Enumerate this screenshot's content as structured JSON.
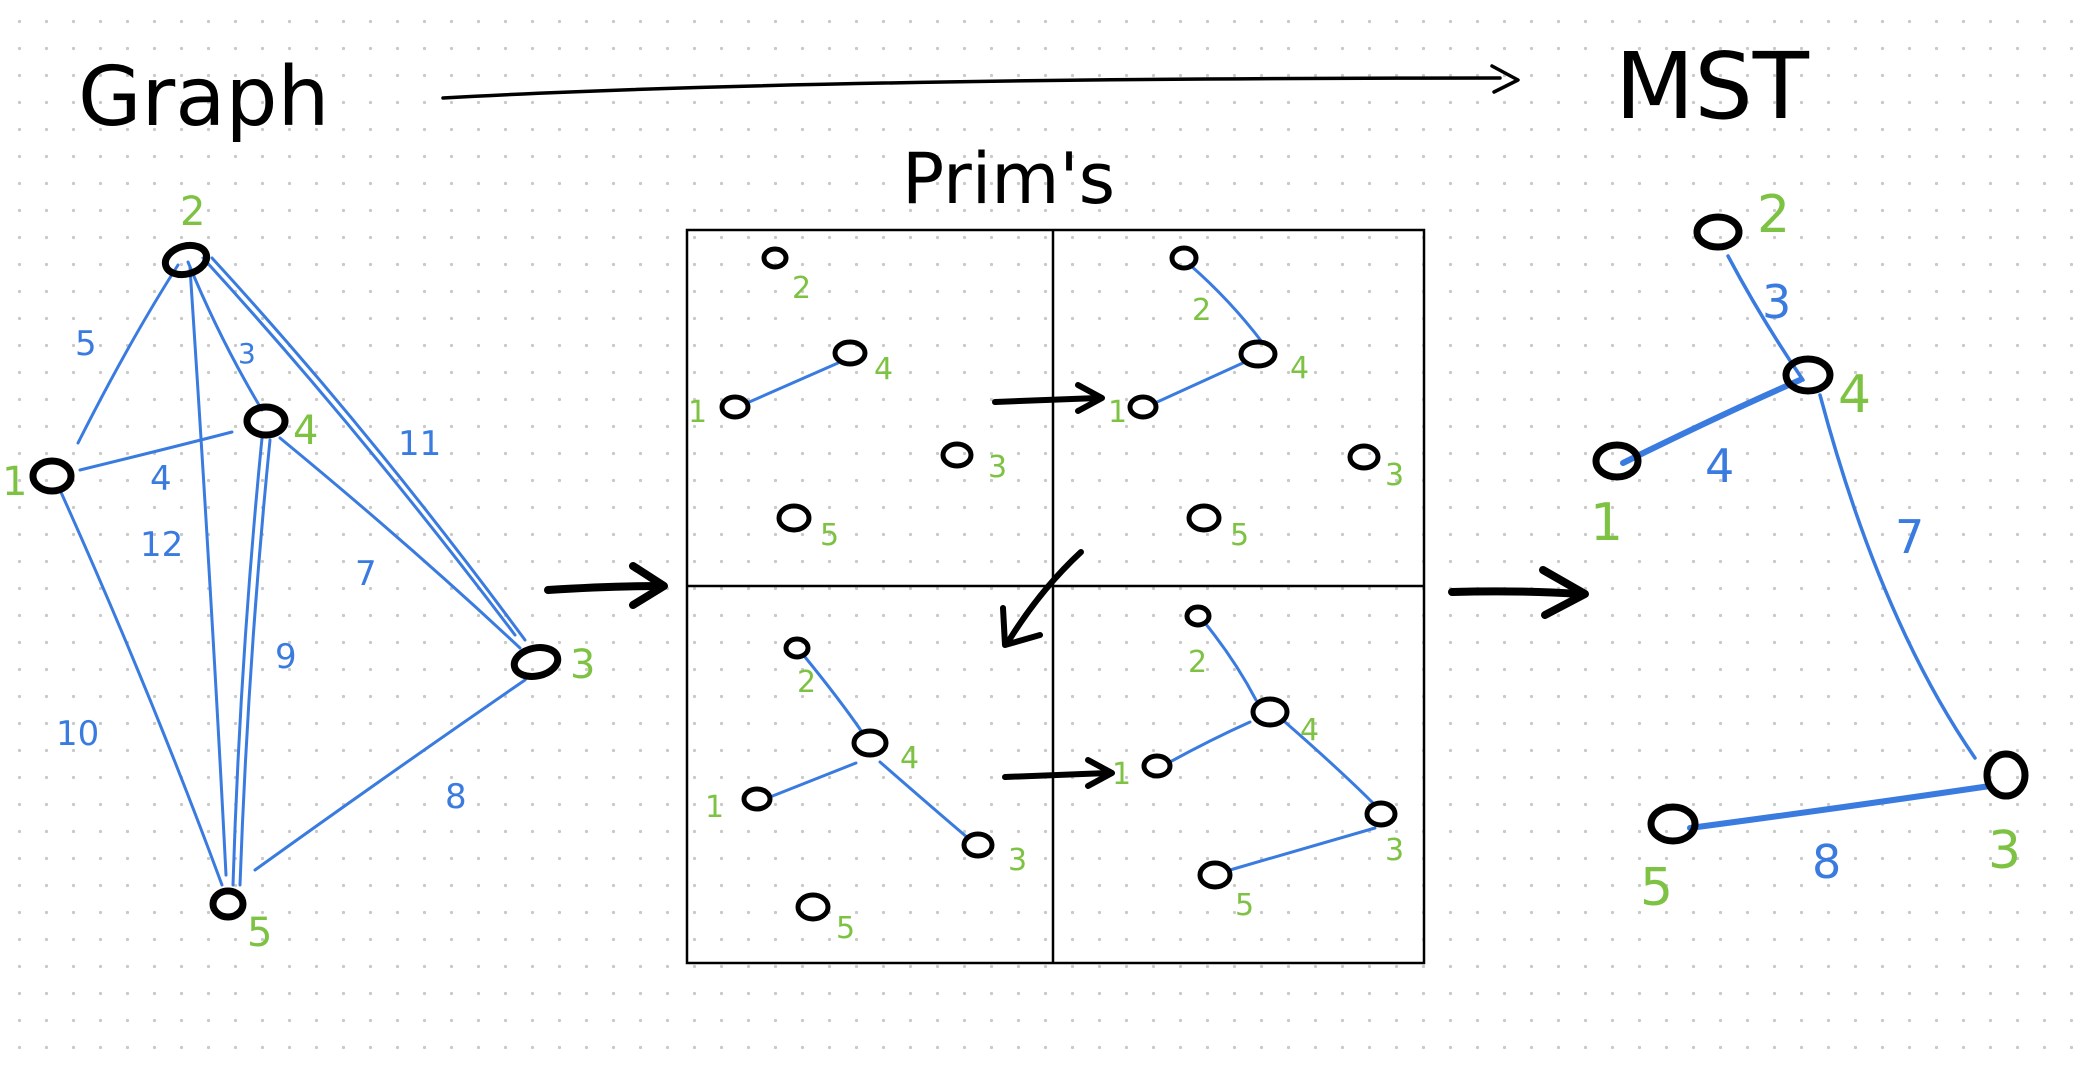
{
  "headings": {
    "graph": "Graph",
    "algorithm": "Prim's",
    "result": "MST"
  },
  "colors": {
    "ink": "#000000",
    "edge": "#3a7be0",
    "vertex_label": "#7dc243",
    "weight_label": "#3a7be0"
  },
  "graph": {
    "vertices": [
      "1",
      "2",
      "3",
      "4",
      "5"
    ],
    "edges": [
      {
        "u": "1",
        "v": "2",
        "w": "5"
      },
      {
        "u": "2",
        "v": "4",
        "w": "3"
      },
      {
        "u": "2",
        "v": "3",
        "w": "11"
      },
      {
        "u": "1",
        "v": "4",
        "w": "4"
      },
      {
        "u": "2",
        "v": "5",
        "w": "12"
      },
      {
        "u": "4",
        "v": "3",
        "w": "7"
      },
      {
        "u": "4",
        "v": "5",
        "w": "9"
      },
      {
        "u": "1",
        "v": "5",
        "w": "10"
      },
      {
        "u": "3",
        "v": "5",
        "w": "8"
      }
    ]
  },
  "prim_steps": [
    {
      "step": 1,
      "vertices": [
        "1",
        "2",
        "3",
        "4",
        "5"
      ],
      "edges": [
        [
          "1",
          "4"
        ]
      ]
    },
    {
      "step": 2,
      "vertices": [
        "1",
        "2",
        "3",
        "4",
        "5"
      ],
      "edges": [
        [
          "1",
          "4"
        ],
        [
          "2",
          "4"
        ]
      ]
    },
    {
      "step": 3,
      "vertices": [
        "1",
        "2",
        "3",
        "4",
        "5"
      ],
      "edges": [
        [
          "1",
          "4"
        ],
        [
          "2",
          "4"
        ],
        [
          "4",
          "3"
        ]
      ]
    },
    {
      "step": 4,
      "vertices": [
        "1",
        "2",
        "3",
        "4",
        "5"
      ],
      "edges": [
        [
          "1",
          "4"
        ],
        [
          "2",
          "4"
        ],
        [
          "4",
          "3"
        ],
        [
          "3",
          "5"
        ]
      ]
    }
  ],
  "mst": {
    "vertices": [
      "1",
      "2",
      "3",
      "4",
      "5"
    ],
    "edges": [
      {
        "u": "2",
        "v": "4",
        "w": "3"
      },
      {
        "u": "1",
        "v": "4",
        "w": "4"
      },
      {
        "u": "4",
        "v": "3",
        "w": "7"
      },
      {
        "u": "3",
        "v": "5",
        "w": "8"
      }
    ]
  }
}
